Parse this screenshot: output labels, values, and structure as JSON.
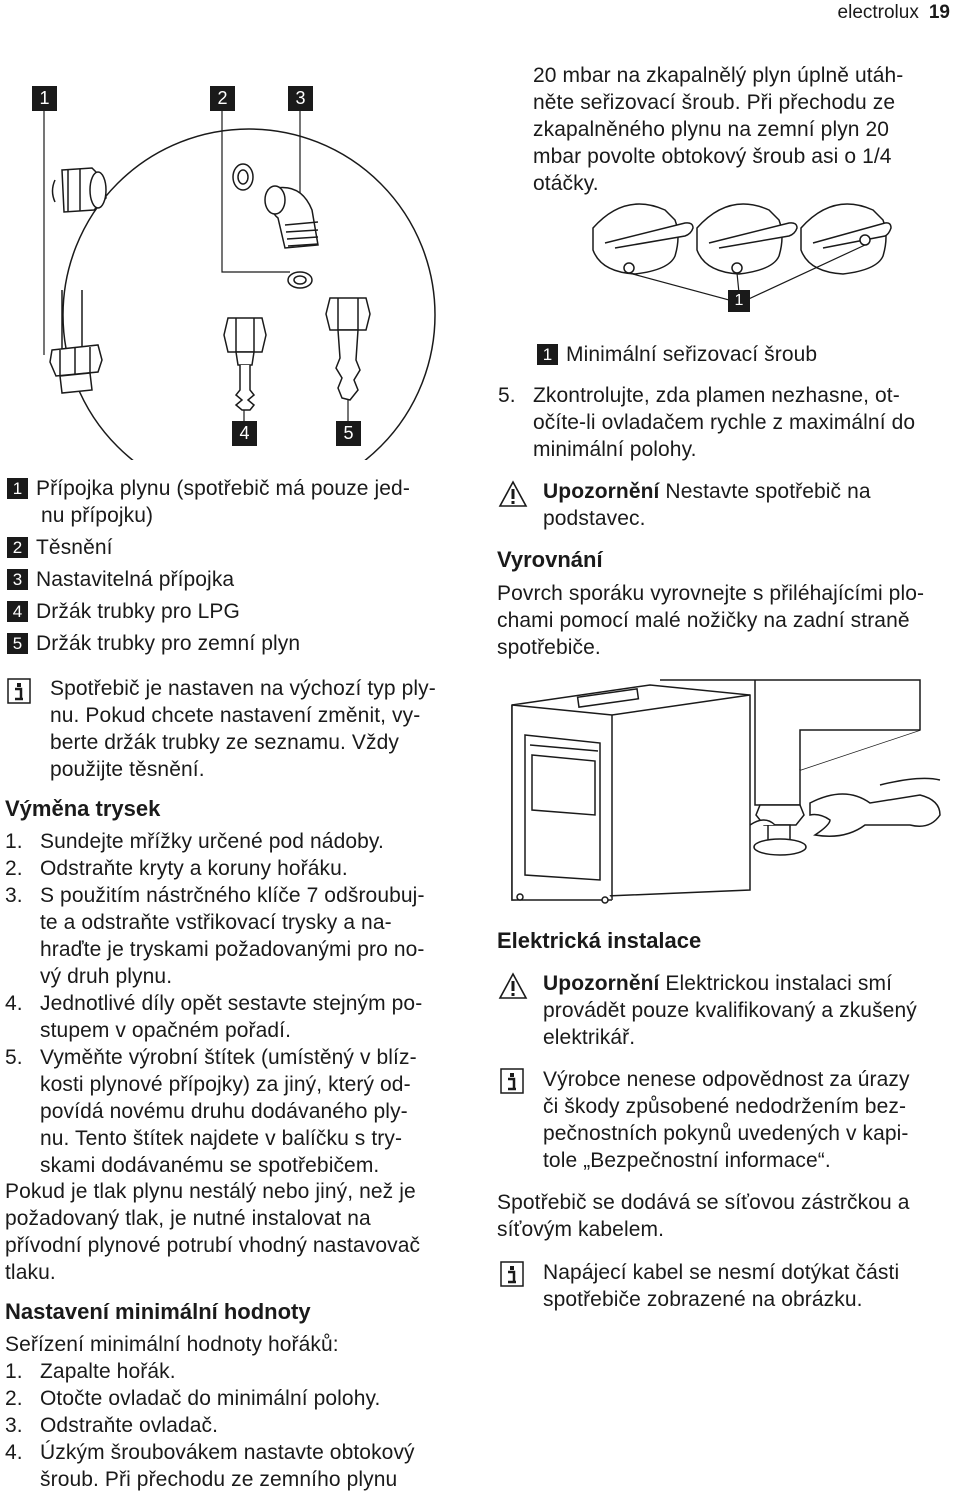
{
  "header": {
    "brand": "electrolux",
    "page": "19"
  },
  "figure1": {
    "labels": [
      "1",
      "2",
      "3",
      "4",
      "5"
    ]
  },
  "parts_list": [
    {
      "num": "1",
      "text": "Přípojka plynu (spotřebič má pouze jed-",
      "text2": "nu přípojku)"
    },
    {
      "num": "2",
      "text": "Těsnění"
    },
    {
      "num": "3",
      "text": "Nastavitelná přípojka"
    },
    {
      "num": "4",
      "text": "Držák trubky pro LPG"
    },
    {
      "num": "5",
      "text": "Držák trubky pro zemní plyn"
    }
  ],
  "info_note_1": [
    "Spotřebič je nastaven na výchozí typ ply-",
    "nu. Pokud chcete nastavení změnit, vy-",
    "berte držák trubky ze seznamu. Vždy",
    "použijte těsnění."
  ],
  "section_nozzles": {
    "title": "Výměna trysek",
    "steps": [
      {
        "n": "1.",
        "lines": [
          "Sundejte mřížky určené pod nádoby."
        ]
      },
      {
        "n": "2.",
        "lines": [
          "Odstraňte kryty a koruny hořáku."
        ]
      },
      {
        "n": "3.",
        "lines": [
          "S použitím nástrčného klíče 7 odšroubuj-",
          "te a odstraňte vstřikovací trysky a na-",
          "hraďte je tryskami požadovanými pro no-",
          "vý druh plynu."
        ]
      },
      {
        "n": "4.",
        "lines": [
          "Jednotlivé díly opět sestavte stejným po-",
          "stupem v opačném pořadí."
        ]
      },
      {
        "n": "5.",
        "lines": [
          "Vyměňte výrobní štítek (umístěný v blíz-",
          "kosti plynové přípojky) za jiný, který od-",
          "povídá novému druhu dodávaného ply-",
          "nu. Tento štítek najdete v balíčku s try-",
          "skami dodávanému se spotřebičem."
        ]
      }
    ],
    "para": [
      "Pokud je tlak plynu nestálý nebo jiný, než je",
      "požadovaný tlak, je nutné instalovat na",
      "přívodní plynové potrubí vhodný nastavovač",
      "tlaku."
    ]
  },
  "section_min": {
    "title": "Nastavení minimální hodnoty",
    "intro": "Seřízení minimální hodnoty hořáků:",
    "steps": [
      {
        "n": "1.",
        "lines": [
          "Zapalte hořák."
        ]
      },
      {
        "n": "2.",
        "lines": [
          "Otočte ovladač do minimální polohy."
        ]
      },
      {
        "n": "3.",
        "lines": [
          "Odstraňte ovladač."
        ]
      },
      {
        "n": "4.",
        "lines": [
          "Úzkým šroubovákem nastavte obtokový",
          "šroub. Při přechodu ze zemního plynu"
        ]
      }
    ]
  },
  "right_top_para": [
    "20 mbar na zkapalnělý plyn úplně utáh-",
    "něte seřizovací šroub. Při přechodu ze",
    "zkapalněného plynu na zemní plyn 20",
    "mbar povolte obtokový šroub asi o 1/4",
    "otáčky."
  ],
  "figure2": {
    "label": "1",
    "caption_num": "1",
    "caption": "Minimální seřizovací šroub"
  },
  "step5": {
    "n": "5.",
    "lines": [
      "Zkontrolujte, zda plamen nezhasne, ot-",
      "očíte-li ovladačem rychle z maximální do",
      "minimální polohy."
    ]
  },
  "warning1": {
    "bold": "Upozornění",
    "rest": " Nestavte spotřebič na",
    "line2": "podstavec."
  },
  "section_level": {
    "title": "Vyrovnání",
    "para": [
      "Povrch sporáku vyrovnejte s přiléhajícími plo-",
      "chami pomocí malé nožičky na zadní straně",
      "spotřebiče."
    ]
  },
  "section_electric": {
    "title": "Elektrická instalace",
    "warning": {
      "bold": "Upozornění",
      "rest": " Elektrickou instalaci smí",
      "line2": "provádět pouze kvalifikovaný a zkušený",
      "line3": "elektrikář."
    },
    "info": [
      "Výrobce nenese odpovědnost za úrazy",
      "či škody způsobené nedodržením bez-",
      "pečnostních pokynů uvedených v kapi-",
      "tole „Bezpečnostní informace“."
    ],
    "para": [
      "Spotřebič se dodává se síťovou zástrčkou a",
      "síťovým kabelem."
    ],
    "info2": [
      "Napájecí kabel se nesmí dotýkat části",
      "spotřebiče zobrazené na obrázku."
    ]
  }
}
